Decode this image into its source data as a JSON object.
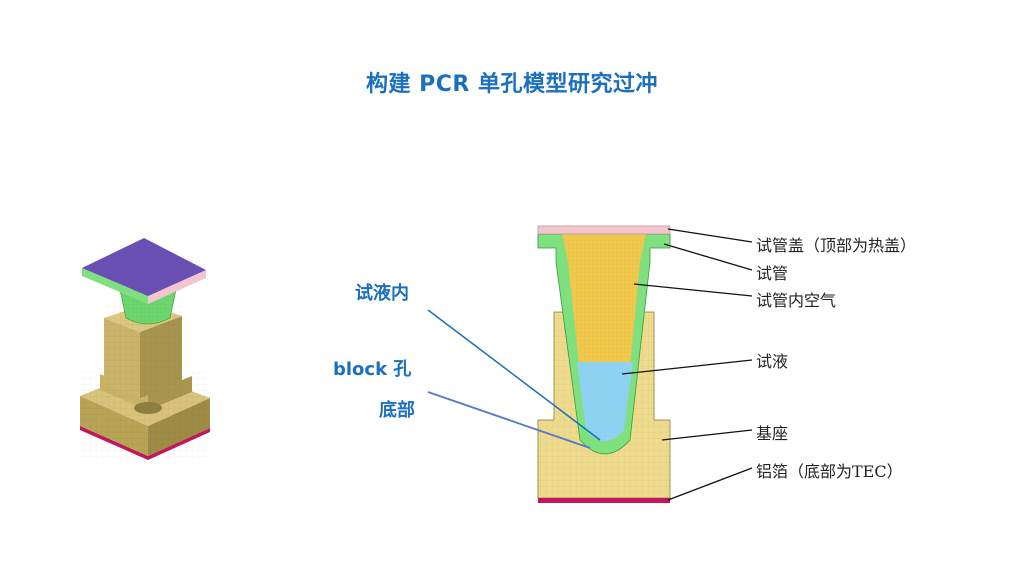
{
  "title": "构建 PCR 单孔模型研究过冲",
  "callouts": {
    "liquid_inside": "试液内",
    "block_hole": "block 孔",
    "bottom": "底部"
  },
  "labels": {
    "tube_cap": "试管盖（顶部为热盖）",
    "tube": "试管",
    "tube_air": "试管内空气",
    "liquid": "试液",
    "base": "基座",
    "foil": "铝箔（底部为TEC）"
  },
  "colors": {
    "title": "#1a6fbf",
    "cap": "#f3c6cf",
    "tube": "#7fe07f",
    "air": "#f2c94c",
    "liquid": "#8fd3f4",
    "base": "#efdb8e",
    "foil": "#c2185b",
    "lid_3d": "#6a4fb3"
  }
}
